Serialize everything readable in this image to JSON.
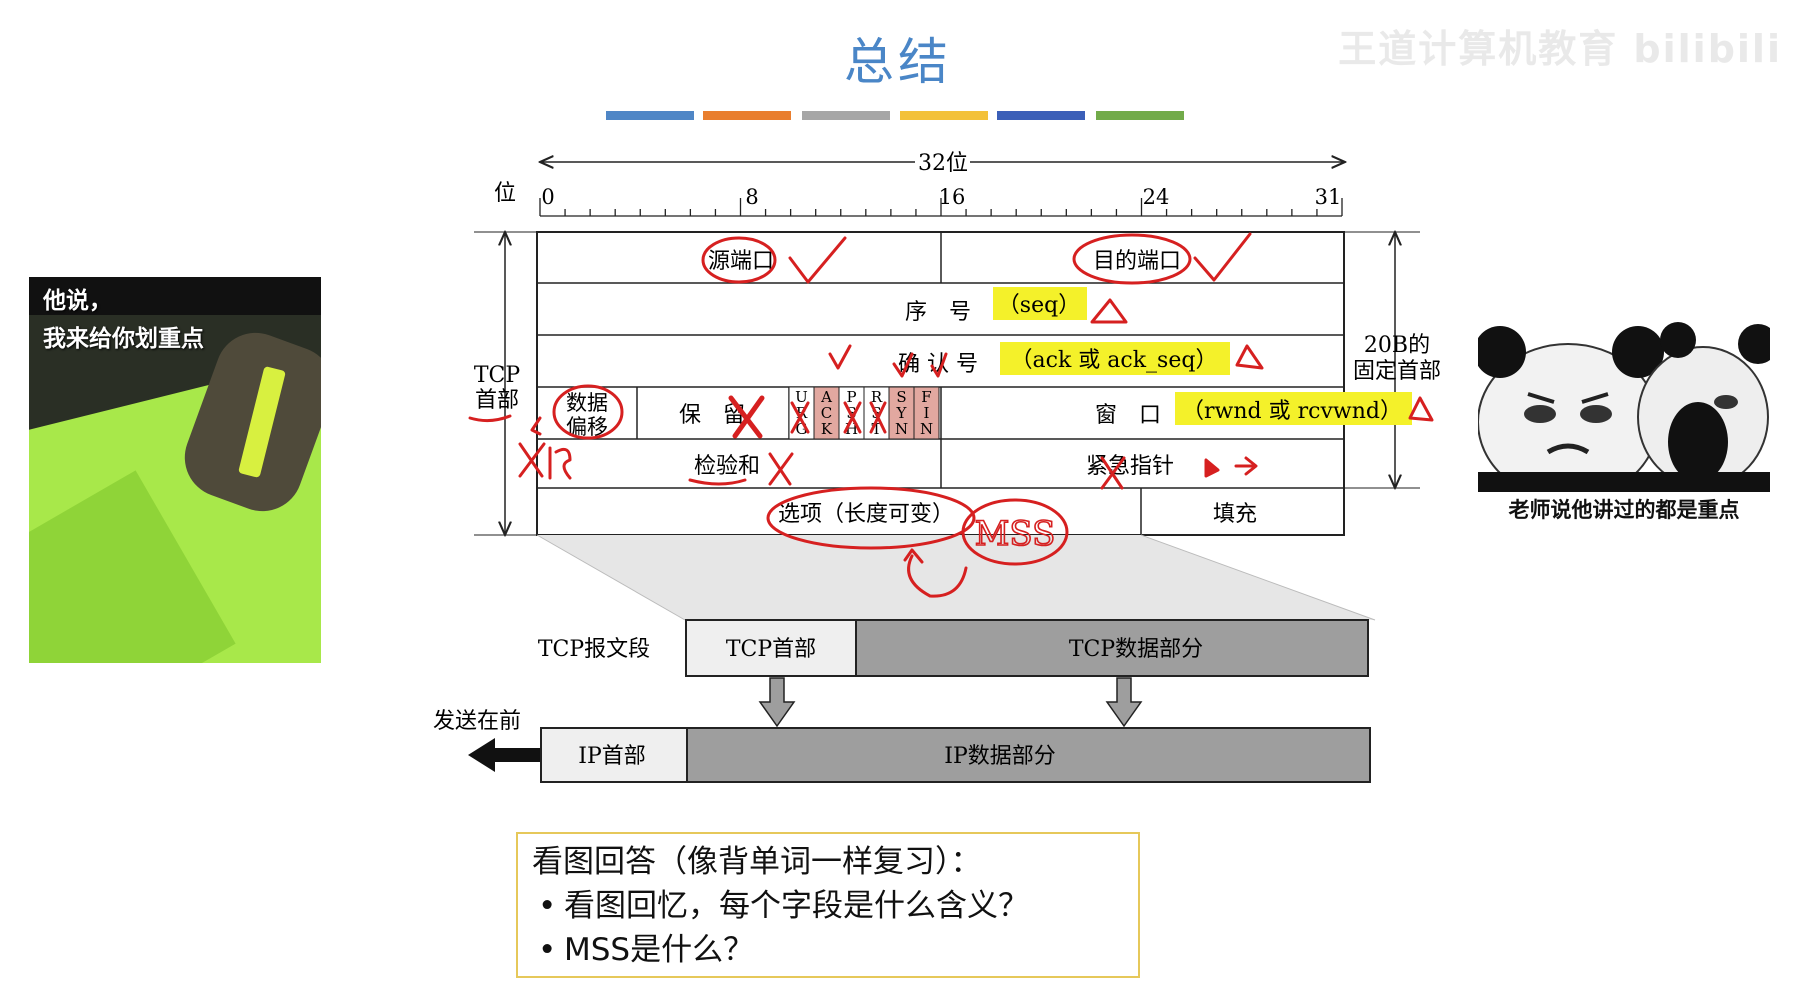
{
  "slide": {
    "title": "总结",
    "watermark": "王道计算机教育 bilibili",
    "color_bars": [
      "#4f86c6",
      "#e97e2e",
      "#a6a6a6",
      "#f3c13a",
      "#3b5fb8",
      "#72ab4a"
    ]
  },
  "diagram": {
    "width_label": "32位",
    "bit_label": "位",
    "bit_ticks": [
      "0",
      "8",
      "16",
      "24",
      "31"
    ],
    "side_left": "TCP\n首部",
    "side_right": "20B的\n固定首部",
    "fields": {
      "src_port": "源端口",
      "dst_port": "目的端口",
      "seq": "序　号",
      "ack": "确 认 号",
      "data_offset": "数据\n偏移",
      "reserved": "保　留",
      "flags": [
        "URG",
        "ACK",
        "PSH",
        "RST",
        "SYN",
        "FIN"
      ],
      "window": "窗　口",
      "checksum": "检验和",
      "urgent_ptr": "紧急指针",
      "options": "选项（长度可变）",
      "padding": "填充"
    },
    "annotations": {
      "seq": "（seq）",
      "ack": "（ack 或 ack_seq）",
      "window": "（rwnd 或 rcvwnd）",
      "mss": "MSS",
      "x4b": "×4B"
    },
    "segment": {
      "row_label": "TCP报文段",
      "tcp_header": "TCP首部",
      "tcp_data": "TCP数据部分",
      "send_first": "发送在前",
      "ip_header": "IP首部",
      "ip_data": "IP数据部分"
    }
  },
  "meme_left": {
    "line1": "他说，",
    "line2": "我来给你划重点"
  },
  "meme_right": {
    "caption": "老师说他讲过的都是重点"
  },
  "question": {
    "title": "看图回答（像背单词一样复习）：",
    "items": [
      {
        "bullet": "•",
        "text": "看图回忆，每个字段是什么含义？"
      },
      {
        "bullet": "•",
        "prefix": "MSS",
        "text": "是什么？"
      }
    ]
  }
}
